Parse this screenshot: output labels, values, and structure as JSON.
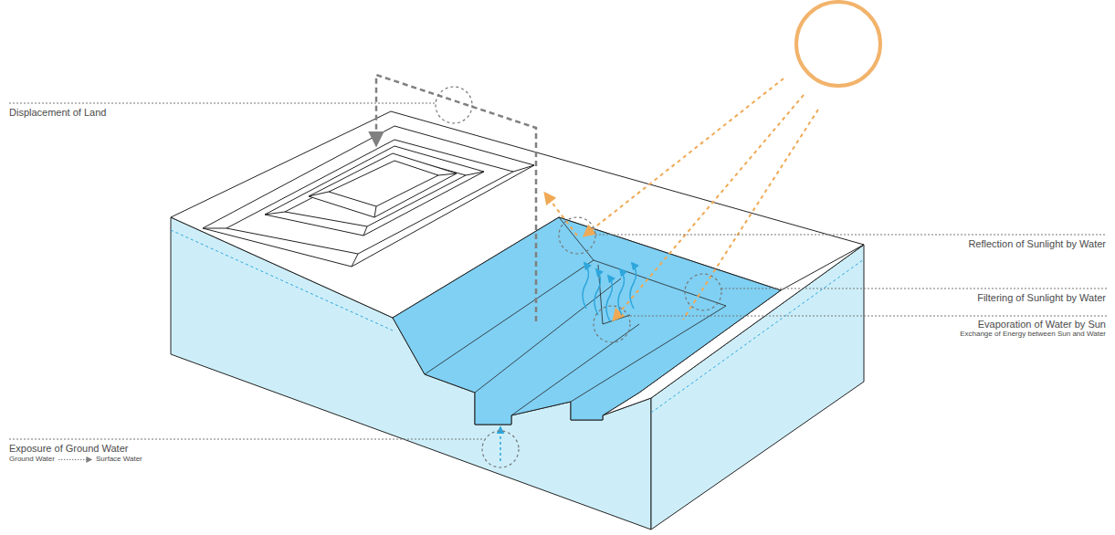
{
  "diagram": {
    "labels": [
      "Displacement of Land",
      "Reflection of Sunlight by Water",
      "Filtering of Sunlight by Water",
      "Evaporation of Water by Sun",
      "Exchange of Energy between Sun and Water",
      "Exposure of Ground Water",
      "Ground Water",
      "Surface Water"
    ]
  }
}
